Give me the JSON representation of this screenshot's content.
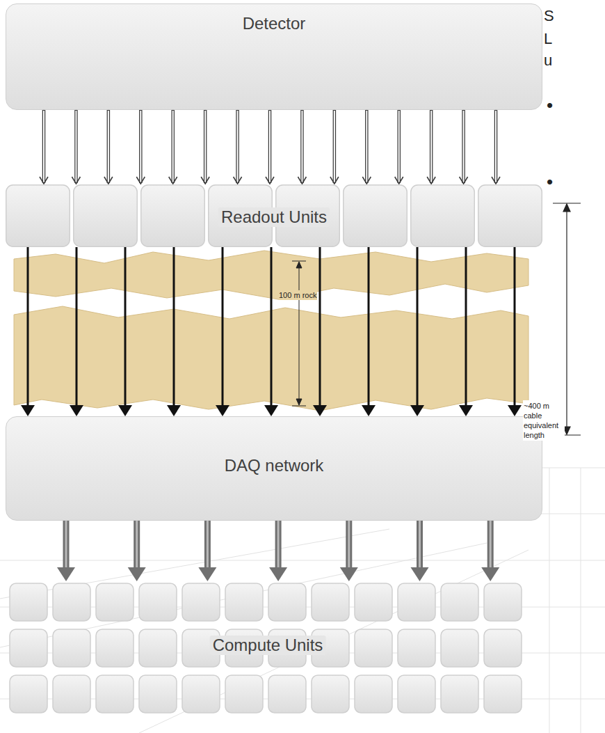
{
  "diagram": {
    "nodes": [
      {
        "text": [
          "Detector"
        ]
      },
      {
        "text": [
          "Readout Units"
        ]
      },
      {
        "text": [
          "DAQ network"
        ]
      },
      {
        "text": [
          "Compute Units"
        ]
      }
    ],
    "edges": [
      {
        "from": 0,
        "to": 1,
        "arrow": "to"
      },
      {
        "from": 0,
        "to": 1,
        "arrow": "to"
      },
      {
        "from": 0,
        "to": 1,
        "arrow": "to"
      },
      {
        "from": 0,
        "to": 1,
        "arrow": "to"
      },
      {
        "from": 0,
        "to": 1,
        "arrow": "to"
      },
      {
        "from": 0,
        "to": 1,
        "arrow": "to"
      },
      {
        "from": 0,
        "to": 1,
        "arrow": "to"
      },
      {
        "from": 0,
        "to": 1,
        "arrow": "to"
      },
      {
        "from": 0,
        "to": 1,
        "arrow": "to"
      },
      {
        "from": 0,
        "to": 1,
        "arrow": "to"
      },
      {
        "from": 0,
        "to": 1,
        "arrow": "to"
      },
      {
        "from": 0,
        "to": 1,
        "arrow": "to"
      },
      {
        "from": 0,
        "to": 1,
        "arrow": "to"
      },
      {
        "from": 0,
        "to": 1,
        "arrow": "to"
      },
      {
        "from": 0,
        "to": 1,
        "arrow": "to"
      },
      {
        "from": 1,
        "to": 2,
        "arrow": "to"
      },
      {
        "from": 1,
        "to": 2,
        "arrow": "to"
      },
      {
        "from": 1,
        "to": 2,
        "arrow": "to"
      },
      {
        "from": 1,
        "to": 2,
        "arrow": "to"
      },
      {
        "from": 1,
        "to": 2,
        "arrow": "to"
      },
      {
        "from": 1,
        "to": 2,
        "arrow": "to"
      },
      {
        "from": 1,
        "to": 2,
        "arrow": "to"
      },
      {
        "from": 1,
        "to": 2,
        "arrow": "to"
      },
      {
        "from": 1,
        "to": 2,
        "arrow": "to"
      },
      {
        "from": 1,
        "to": 2,
        "arrow": "to"
      },
      {
        "from": 1,
        "to": 2,
        "arrow": "to"
      },
      {
        "from": 2,
        "to": 3,
        "arrow": "to"
      },
      {
        "from": 2,
        "to": 3,
        "arrow": "to"
      },
      {
        "from": 2,
        "to": 3,
        "arrow": "to"
      },
      {
        "from": 2,
        "to": 3,
        "arrow": "to"
      },
      {
        "from": 2,
        "to": 3,
        "arrow": "to"
      },
      {
        "from": 2,
        "to": 3,
        "arrow": "to"
      },
      {
        "from": 2,
        "to": 3,
        "arrow": "to"
      }
    ],
    "labels": [
      "S",
      "L",
      "u",
      "•",
      "•",
      "100 m rock",
      "~400 m cable equivalent length"
    ]
  }
}
